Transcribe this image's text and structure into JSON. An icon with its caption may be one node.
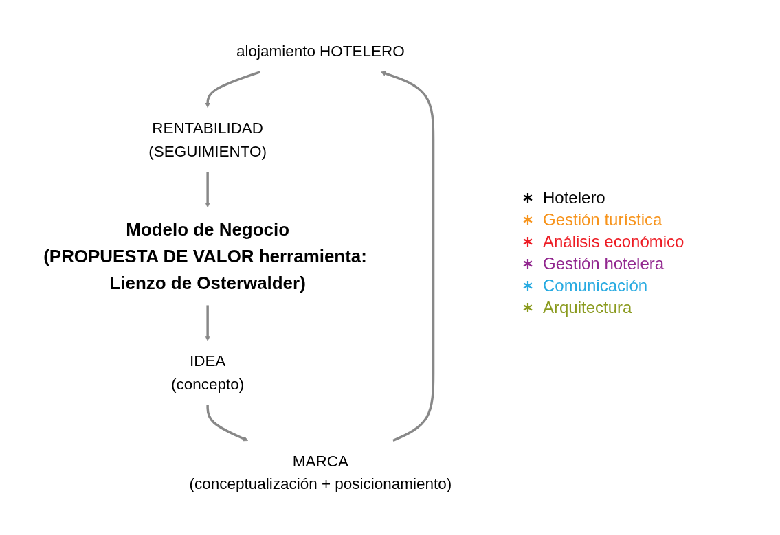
{
  "diagram": {
    "nodes": [
      {
        "text": [
          "alojamiento HOTELERO"
        ]
      },
      {
        "text": [
          "RENTABILIDAD",
          "(SEGUIMIENTO)"
        ]
      },
      {
        "text": [
          "Modelo de Negocio",
          "(PROPUESTA DE VALOR herramienta: Lienzo de Osterwalder)"
        ]
      },
      {
        "text": [
          "IDEA",
          "(concepto)"
        ]
      },
      {
        "text": [
          "MARCA",
          "(conceptualización + posicionamiento)"
        ]
      }
    ],
    "edges": [
      {
        "from": 0,
        "to": 1,
        "arrow": "to"
      },
      {
        "from": 1,
        "to": 2,
        "arrow": "to"
      },
      {
        "from": 2,
        "to": 3,
        "arrow": "to"
      },
      {
        "from": 3,
        "to": 4,
        "arrow": "to"
      },
      {
        "from": 4,
        "to": 0,
        "arrow": "to"
      }
    ],
    "legend": [
      {
        "text": "Hotelero",
        "color": "#000000"
      },
      {
        "text": "Gestión turística",
        "color": "#f7941d"
      },
      {
        "text": "Análisis económico",
        "color": "#ed1c24"
      },
      {
        "text": "Gestión hotelera",
        "color": "#92278f"
      },
      {
        "text": "Comunicación",
        "color": "#27aae1"
      },
      {
        "text": "Arquitectura",
        "color": "#8a9a1e"
      }
    ]
  }
}
